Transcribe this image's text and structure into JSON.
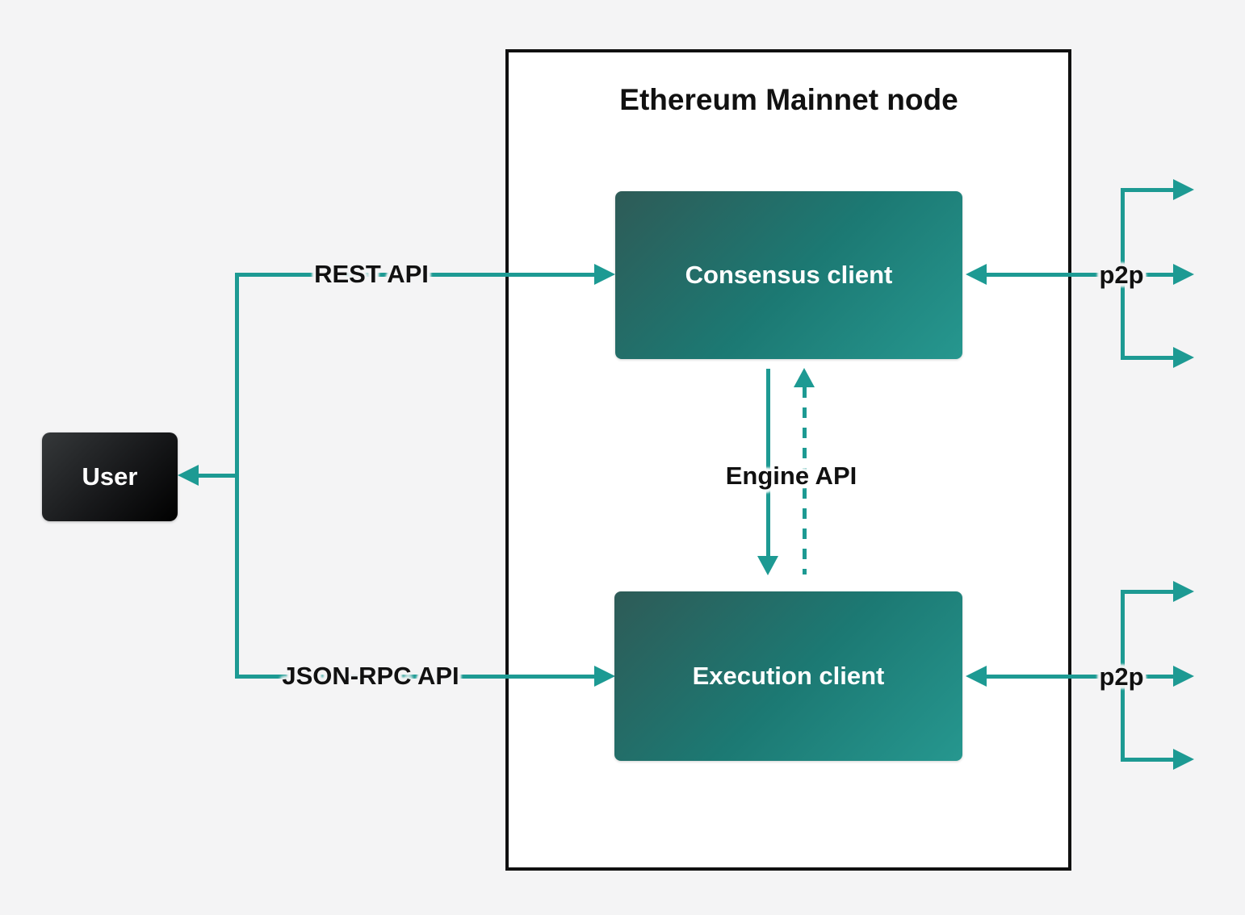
{
  "colors": {
    "bg": "#f4f4f5",
    "accent": "#1d9a93",
    "border": "#101010",
    "node_fill": "#ffffff",
    "client_grad_1": "#2e5b57",
    "client_grad_mid": "#1c7973",
    "client_grad_2": "#26978f",
    "user_grad_1": "#35383a",
    "user_grad_mid": "#17181a",
    "user_grad_2": "#000000",
    "text_dark": "#111111",
    "text_light": "#ffffff"
  },
  "boundary": {
    "title": "Ethereum Mainnet node"
  },
  "nodes": {
    "user": {
      "label": "User"
    },
    "consensus": {
      "label": "Consensus client"
    },
    "execution": {
      "label": "Execution client"
    }
  },
  "edges": {
    "rest_api": {
      "label": "REST API",
      "from": "user",
      "to": "consensus",
      "style": "solid"
    },
    "json_rpc_api": {
      "label": "JSON-RPC API",
      "from": "user",
      "to": "execution",
      "style": "solid"
    },
    "engine_api": {
      "label": "Engine API",
      "between": "consensus and execution",
      "down_style": "solid",
      "up_style": "dashed"
    },
    "user_link": {
      "to": "user",
      "style": "solid"
    },
    "p2p_consensus": {
      "label": "p2p",
      "to": "consensus",
      "fanout_arrows": 3
    },
    "p2p_execution": {
      "label": "p2p",
      "to": "execution",
      "fanout_arrows": 3
    }
  }
}
